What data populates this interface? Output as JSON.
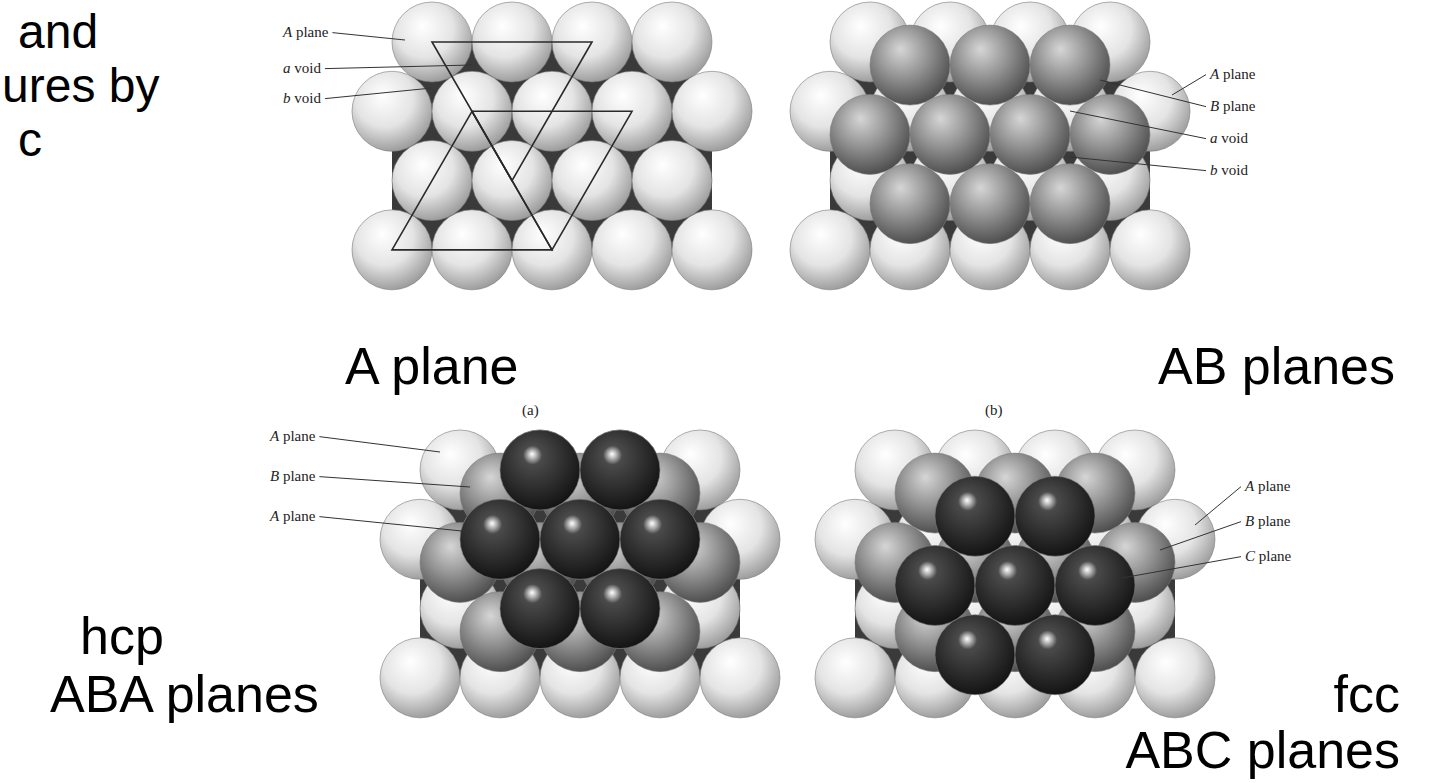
{
  "diagram": {
    "labels": [
      "and",
      "ures by",
      "c",
      "A plane",
      "a void",
      "b void",
      "A plane",
      "B plane",
      "a void",
      "b void",
      "A plane",
      "(a)",
      "AB planes",
      "(b)",
      "A plane",
      "B plane",
      "A plane",
      "hcp",
      "ABA planes",
      "A plane",
      "B plane",
      "C plane",
      "fcc",
      "ABC planes"
    ]
  }
}
